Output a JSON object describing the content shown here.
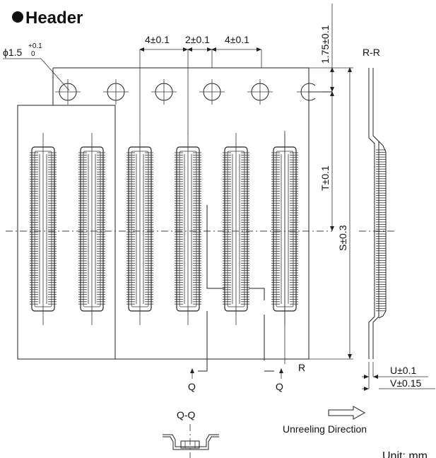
{
  "title": "Header",
  "diameter_base": "1.5",
  "diameter_plus": "+0.1",
  "diameter_minus": "0",
  "diameter_symbol": "ϕ",
  "pitch_1": "4±0.1",
  "pitch_2": "2±0.1",
  "pitch_3": "4±0.1",
  "offset_top": "1.75±0.1",
  "dim_t": "T±0.1",
  "dim_s": "S±0.3",
  "section_rr": "R-R",
  "dim_u": "U±0.1",
  "dim_v": "V±0.15",
  "mark_q_left": "Q",
  "mark_q_right": "Q",
  "mark_r": "R",
  "section_qq": "Q-Q",
  "unreeling": "Unreeling Direction",
  "unit": "Unit: mm"
}
